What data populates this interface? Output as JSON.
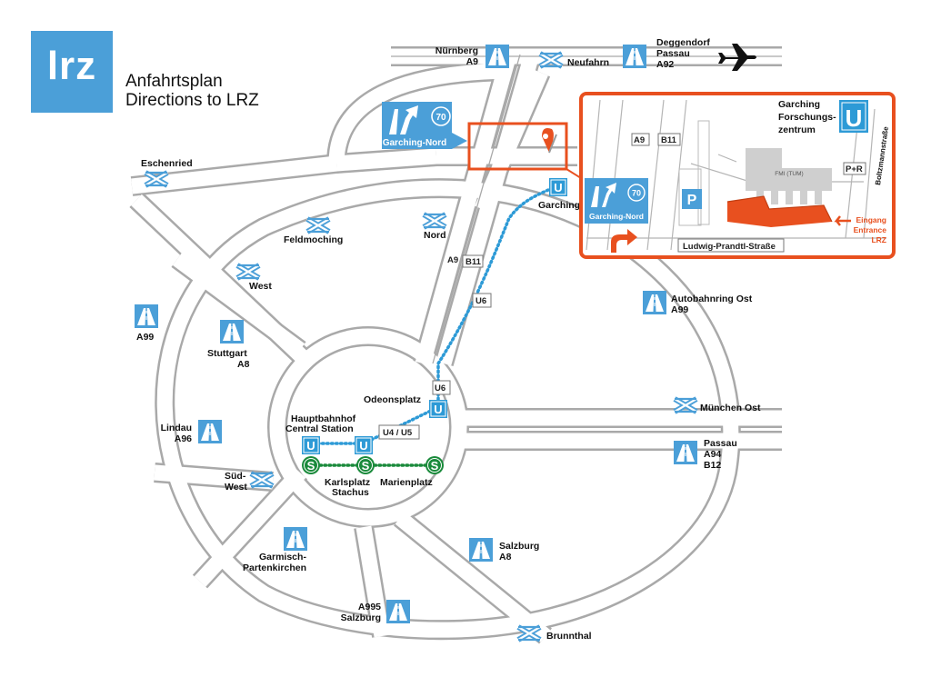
{
  "header": {
    "logo_text": "lrz",
    "title_de": "Anfahrtsplan",
    "title_en": "Directions to LRZ"
  },
  "colors": {
    "brand_blue": "#4b9fd8",
    "road_gray": "#a9a9a9",
    "inset_border": "#e8501f",
    "ubahn_blue": "#2d9ad6",
    "sbahn_green": "#1a8a3b",
    "building_orange": "#e8501f"
  },
  "motorways": {
    "nuernberg": [
      "Nürnberg",
      "A9"
    ],
    "deggendorf": [
      "Deggendorf",
      "Passau",
      "A92"
    ],
    "a99": [
      "A99"
    ],
    "stuttgart": [
      "Stuttgart",
      "A8"
    ],
    "lindau": [
      "Lindau",
      "A96"
    ],
    "autobahnring": [
      "Autobahnring Ost",
      "A99"
    ],
    "passau": [
      "Passau",
      "A94",
      "B12"
    ],
    "salzburg": [
      "Salzburg",
      "A8"
    ],
    "garmisch": [
      "Garmisch-",
      "Partenkirchen"
    ],
    "a995": [
      "A995",
      "Salzburg"
    ]
  },
  "interchanges": {
    "neufahrn": "Neufahrn",
    "eschenried": "Eschenried",
    "feldmoching": "Feldmoching",
    "nord": "Nord",
    "west": "West",
    "muenchen_ost": "München Ost",
    "sued_west": [
      "Süd-",
      "West"
    ],
    "brunnthal": "Brunnthal"
  },
  "exit": {
    "label": "Garching-Nord",
    "number": "70"
  },
  "stations": {
    "garching": "Garching",
    "odeonsplatz": "Odeonsplatz",
    "hauptbahnhof": [
      "Hauptbahnhof",
      "Central Station"
    ],
    "karlsplatz": [
      "Karlsplatz",
      "Stachus"
    ],
    "marienplatz": "Marienplatz",
    "u_glyph": "U",
    "s_glyph": "S"
  },
  "route_tags": {
    "a9": "A9",
    "b11": "B11",
    "u6": "U6",
    "u6_short": "U6",
    "u4u5": "U4 / U5"
  },
  "inset": {
    "title": [
      "Garching",
      "Forschungs-",
      "zentrum"
    ],
    "u_glyph": "U",
    "a9": "A9",
    "b11": "B11",
    "parking": "P",
    "park_ride": "P+R",
    "fmi": "FMI (TUM)",
    "street_main": "Ludwig-Prandtl-Straße",
    "street_side": "Boltzmannstraße",
    "entrance": [
      "Eingang",
      "Entrance",
      "LRZ"
    ],
    "exit_label": "Garching-Nord",
    "exit_number": "70"
  }
}
